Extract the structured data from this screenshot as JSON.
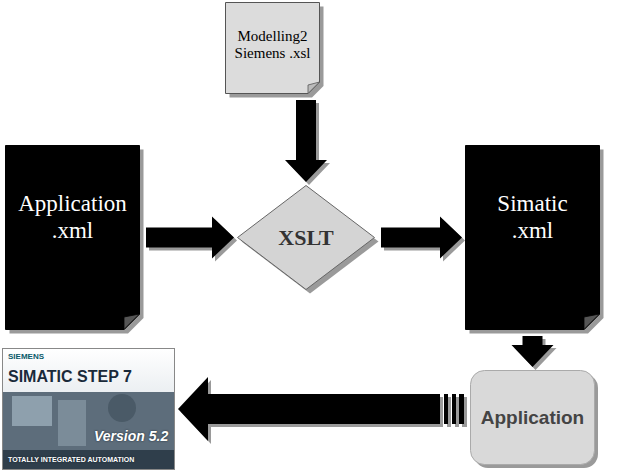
{
  "diagram": {
    "nodes": [
      {
        "text": [
          "Modelling2 Siemens .xsl"
        ]
      },
      {
        "text": [
          "Application .xml"
        ]
      },
      {
        "text": [
          "XSLT"
        ]
      },
      {
        "text": [
          "Simatic .xml"
        ]
      },
      {
        "text": [
          "Application"
        ]
      },
      {
        "text": [
          "SIEMENS",
          "SIMATIC STEP 7",
          "Version 5.2",
          "TOTALLY INTEGRATED AUTOMATION"
        ]
      }
    ],
    "edges": [
      {
        "from": 0,
        "to": 2,
        "arrow": "to"
      },
      {
        "from": 1,
        "to": 2,
        "arrow": "to"
      },
      {
        "from": 2,
        "to": 3,
        "arrow": "to"
      },
      {
        "from": 3,
        "to": 4,
        "arrow": "to"
      },
      {
        "from": 4,
        "to": 5,
        "arrow": "to"
      }
    ]
  }
}
